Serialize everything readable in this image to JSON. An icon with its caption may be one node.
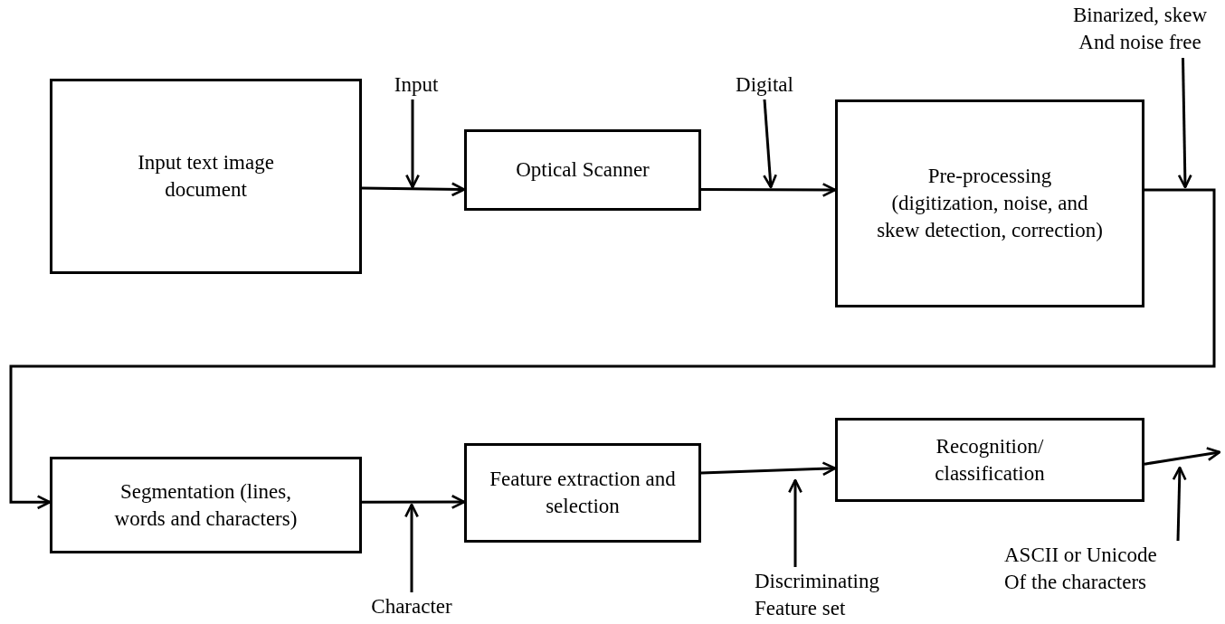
{
  "diagram": {
    "nodes": [
      {
        "text": [
          "Input text image document"
        ]
      },
      {
        "text": [
          "Optical Scanner"
        ]
      },
      {
        "text": [
          "Pre-processing (digitization, noise, and skew detection, correction)"
        ]
      },
      {
        "text": [
          "Segmentation (lines, words and characters)"
        ]
      },
      {
        "text": [
          "Feature extraction and selection"
        ]
      },
      {
        "text": [
          "Recognition/ classification"
        ]
      },
      {
        "text": [
          "Input"
        ]
      },
      {
        "text": [
          "Digital"
        ]
      },
      {
        "text": [
          "Binarized, skew And noise free"
        ]
      },
      {
        "text": [
          "Character"
        ]
      },
      {
        "text": [
          "Discriminating Feature set"
        ]
      },
      {
        "text": [
          "ASCII or Unicode Of the characters"
        ]
      }
    ],
    "edges": [
      {
        "from": 0,
        "to": 1,
        "arrow": "to"
      },
      {
        "from": 1,
        "to": 2,
        "arrow": "to"
      },
      {
        "from": 2,
        "to": 3,
        "arrow": "to"
      },
      {
        "from": 3,
        "to": 4,
        "arrow": "to"
      },
      {
        "from": 4,
        "to": 5,
        "arrow": "to"
      },
      {
        "from": 5,
        "to": null,
        "arrow": "to"
      },
      {
        "from": 6,
        "to": null,
        "arrow": "to"
      },
      {
        "from": 7,
        "to": null,
        "arrow": "to"
      },
      {
        "from": 8,
        "to": null,
        "arrow": "to"
      },
      {
        "from": 9,
        "to": null,
        "arrow": "to"
      },
      {
        "from": 10,
        "to": null,
        "arrow": "to"
      },
      {
        "from": 11,
        "to": null,
        "arrow": "to"
      }
    ]
  }
}
